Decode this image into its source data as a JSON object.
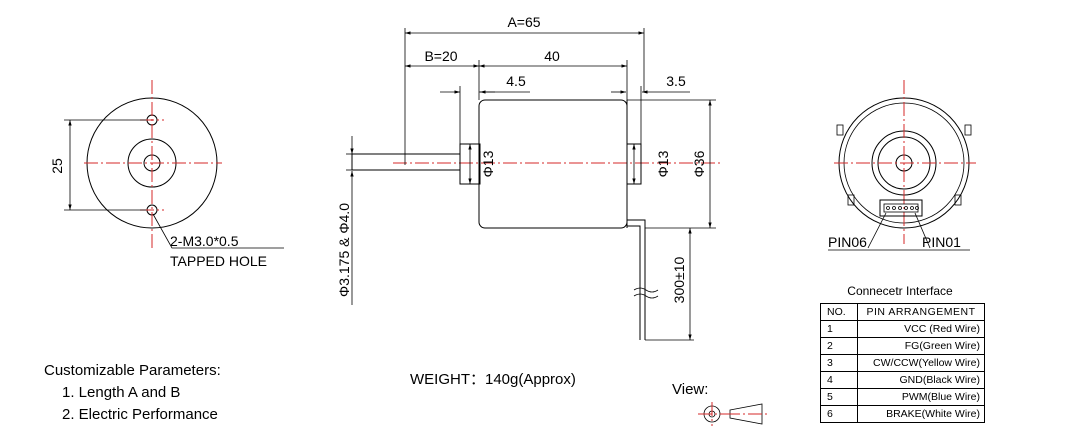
{
  "front_view": {
    "dim_25": "25",
    "hole_label": "2-M3.0*0.5",
    "hole_label2": "TAPPED HOLE"
  },
  "side_view": {
    "dim_A": "A=65",
    "dim_B": "B=20",
    "dim_40": "40",
    "dim_4_5": "4.5",
    "dim_3_5": "3.5",
    "dim_d13_left": "Φ13",
    "dim_d13_right": "Φ13",
    "dim_d36": "Φ36",
    "dim_shaft": "Φ3.175 & Φ4.0",
    "dim_lead": "300±10"
  },
  "rear_view": {
    "pin_left": "PIN06",
    "pin_right": "PIN01"
  },
  "connector": {
    "title": "Connecetr Interface",
    "header_no": "NO.",
    "header_pin": "PIN ARRANGEMENT",
    "rows": [
      {
        "no": "1",
        "pin": "VCC (Red Wire)"
      },
      {
        "no": "2",
        "pin": "FG(Green Wire)"
      },
      {
        "no": "3",
        "pin": "CW/CCW(Yellow Wire)"
      },
      {
        "no": "4",
        "pin": "GND(Black Wire)"
      },
      {
        "no": "5",
        "pin": "PWM(Blue Wire)"
      },
      {
        "no": "6",
        "pin": "BRAKE(White Wire)"
      }
    ]
  },
  "notes": {
    "title": "Customizable Parameters:",
    "item1": "1. Length A and B",
    "item2": "2. Electric Performance"
  },
  "weight": "WEIGHT：140g(Approx)",
  "view_label": "View:"
}
